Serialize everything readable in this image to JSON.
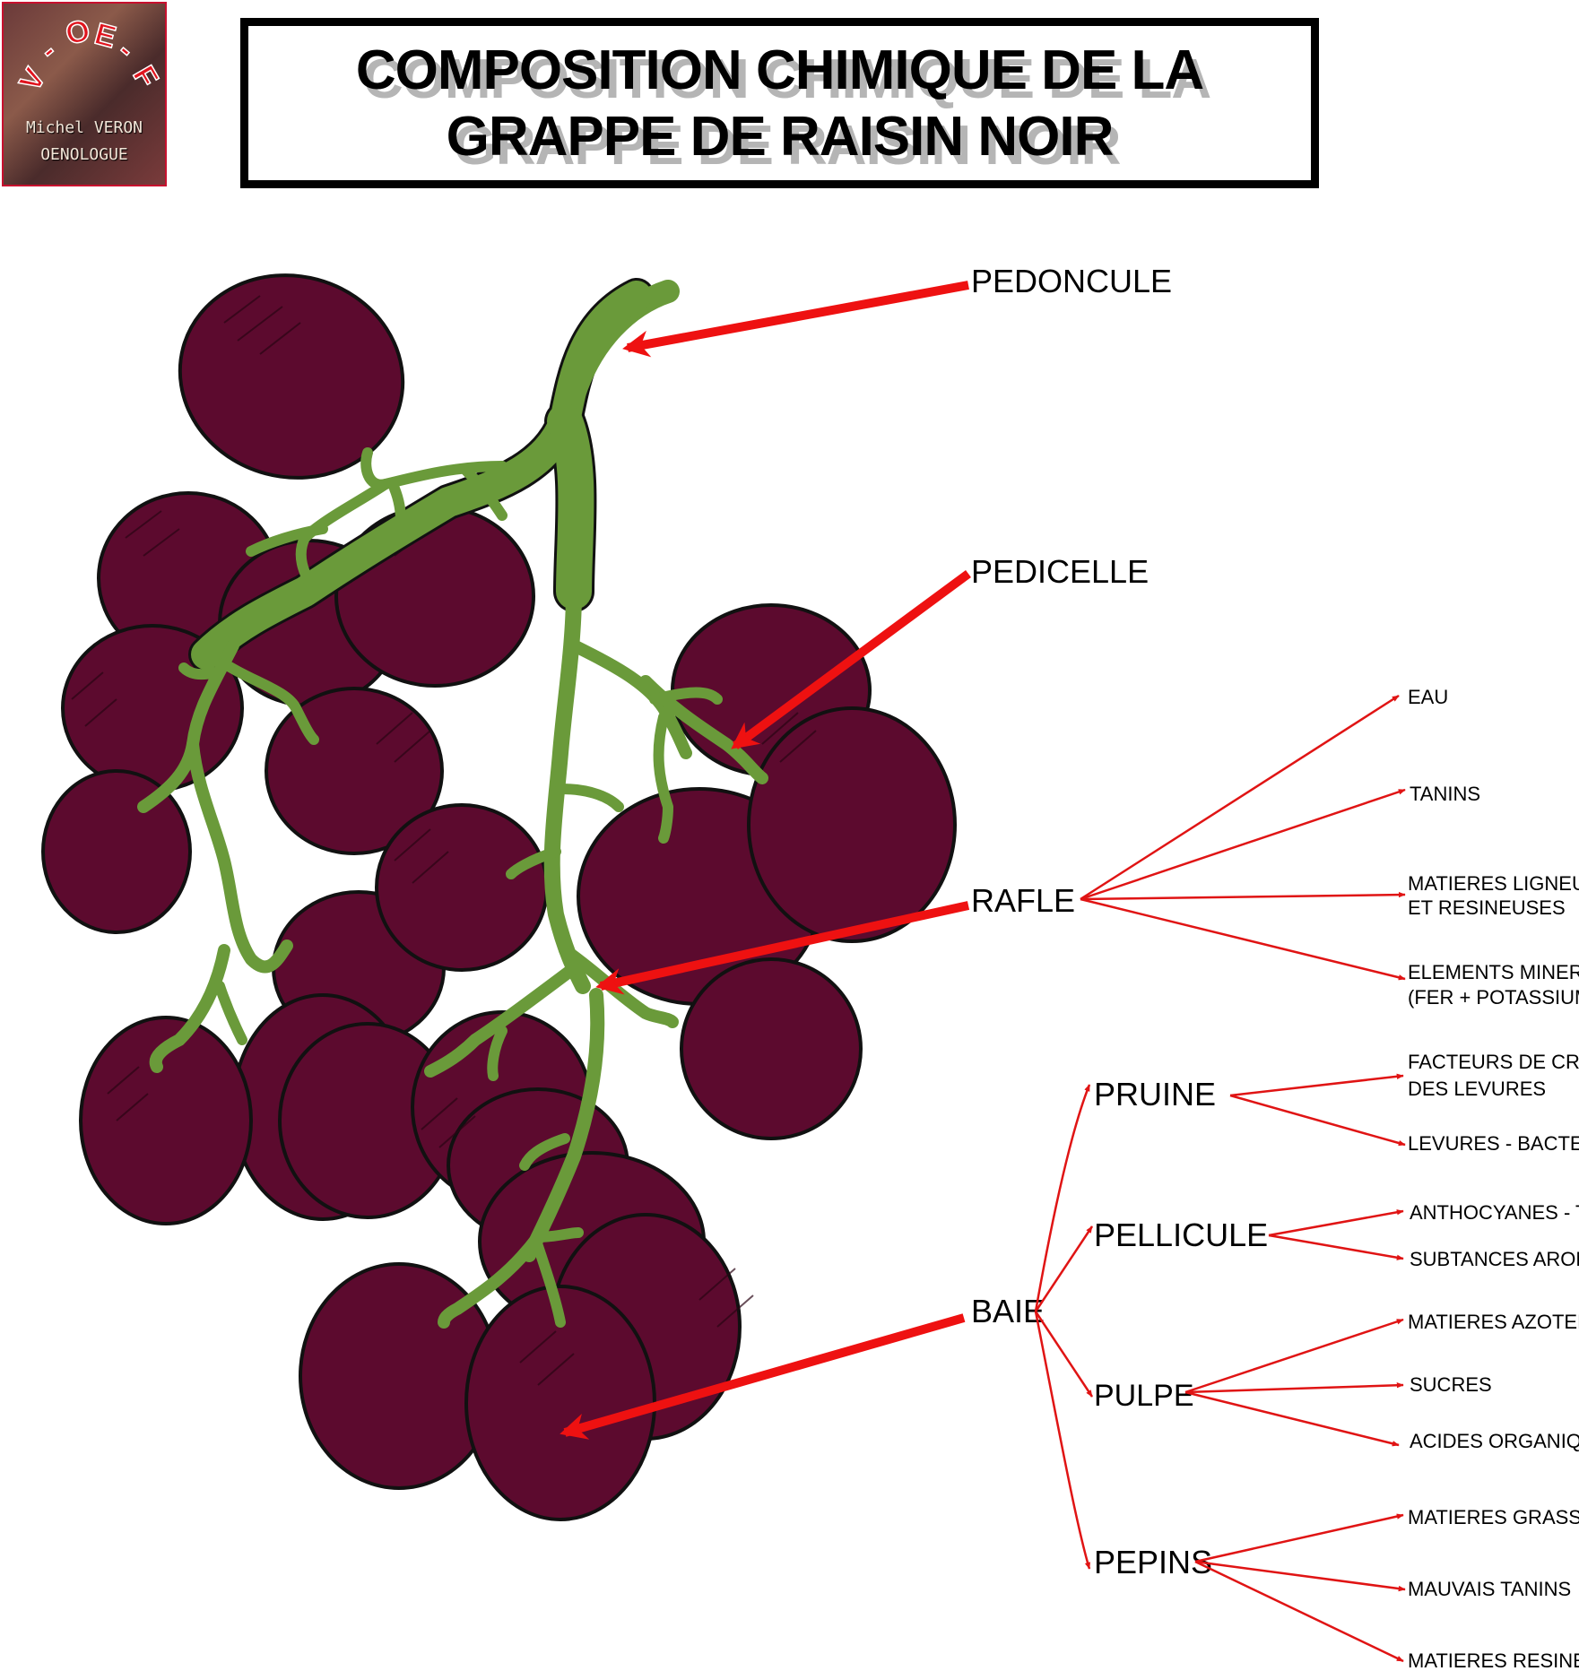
{
  "logo": {
    "letters": [
      "V",
      "-",
      "O",
      "E",
      "-",
      "F"
    ],
    "name_line": "Michel VERON",
    "role_line": "OENOLOGUE"
  },
  "title": {
    "line1": "COMPOSITION CHIMIQUE DE LA",
    "line2": "GRAPPE DE RAISIN NOIR"
  },
  "parts": {
    "pedoncule": "PEDONCULE",
    "pedicelle": "PEDICELLE",
    "rafle": "RAFLE",
    "baie": "BAIE"
  },
  "rafle_components": [
    [
      "EAU"
    ],
    [
      "TANINS"
    ],
    [
      "MATIERES LIGNEUSES",
      "ET RESINEUSES"
    ],
    [
      "ELEMENTS MINERAUX",
      "(FER + POTASSIUM)"
    ]
  ],
  "baie_parts": {
    "pruine": "PRUINE",
    "pellicule": "PELLICULE",
    "pulpe": "PULPE",
    "pepins": "PEPINS"
  },
  "pruine_components": [
    [
      "FACTEURS DE CROISSANCE",
      "DES LEVURES"
    ],
    [
      "LEVURES - BACTERIES"
    ]
  ],
  "pellicule_components": [
    "ANTHOCYANES - TANINS",
    "SUBTANCES AROMATIQUES"
  ],
  "pulpe_components": [
    "MATIERES AZOTEES",
    "SUCRES",
    "ACIDES ORGANIQUES"
  ],
  "pepins_components": [
    "MATIERES GRASSES",
    "MAUVAIS TANINS",
    "MATIERES RESINEUSES"
  ],
  "colors": {
    "grape": "#5c0a2e",
    "stem": "#6a9a3a",
    "arrow_red": "#ee1111",
    "branch_red": "#e01414"
  }
}
